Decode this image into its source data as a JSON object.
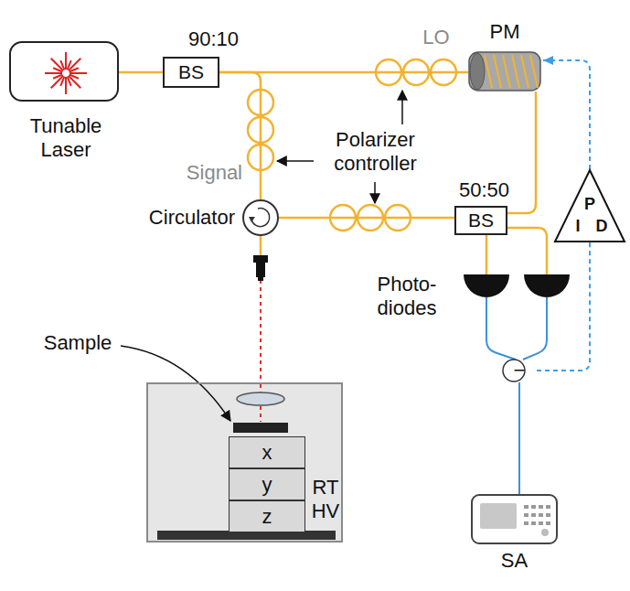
{
  "diagram": {
    "nodes": [
      {
        "text": [
          "Tunable Laser"
        ]
      },
      {
        "text": [
          "90:10",
          "BS"
        ]
      },
      {
        "text": [
          "PM"
        ]
      },
      {
        "text": [
          "P",
          "I",
          "D"
        ]
      },
      {
        "text": [
          "Circulator"
        ]
      },
      {
        "text": [
          "50:50",
          "BS"
        ]
      },
      {
        "text": [
          "Photo- diodes"
        ]
      },
      {
        "text": [
          "−"
        ]
      },
      {
        "text": [
          "RT HV"
        ]
      },
      {
        "text": [
          "x"
        ],
        "in": 8
      },
      {
        "text": [
          "y"
        ],
        "in": 8
      },
      {
        "text": [
          "z"
        ],
        "in": 8
      },
      {
        "text": [
          "SA"
        ]
      }
    ],
    "edges": [
      {
        "from": 0,
        "to": 1,
        "arrow": "none"
      },
      {
        "from": 1,
        "to": 2,
        "arrow": "none"
      },
      {
        "from": 1,
        "to": 4,
        "arrow": "none"
      },
      {
        "from": 2,
        "to": 5,
        "arrow": "none"
      },
      {
        "from": 4,
        "to": 5,
        "arrow": "none"
      },
      {
        "from": 5,
        "to": 6,
        "arrow": "none"
      },
      {
        "from": 5,
        "to": 6,
        "arrow": "none"
      },
      {
        "from": 6,
        "to": 7,
        "arrow": "none"
      },
      {
        "from": 7,
        "to": 12,
        "arrow": "none"
      },
      {
        "from": 7,
        "to": 3,
        "arrow": "none"
      },
      {
        "from": 3,
        "to": 2,
        "arrow": "to"
      },
      {
        "from": 4,
        "to": 8,
        "arrow": "none"
      }
    ],
    "labels": [
      "LO",
      "Signal",
      "Polarizer controller",
      "Sample"
    ]
  }
}
